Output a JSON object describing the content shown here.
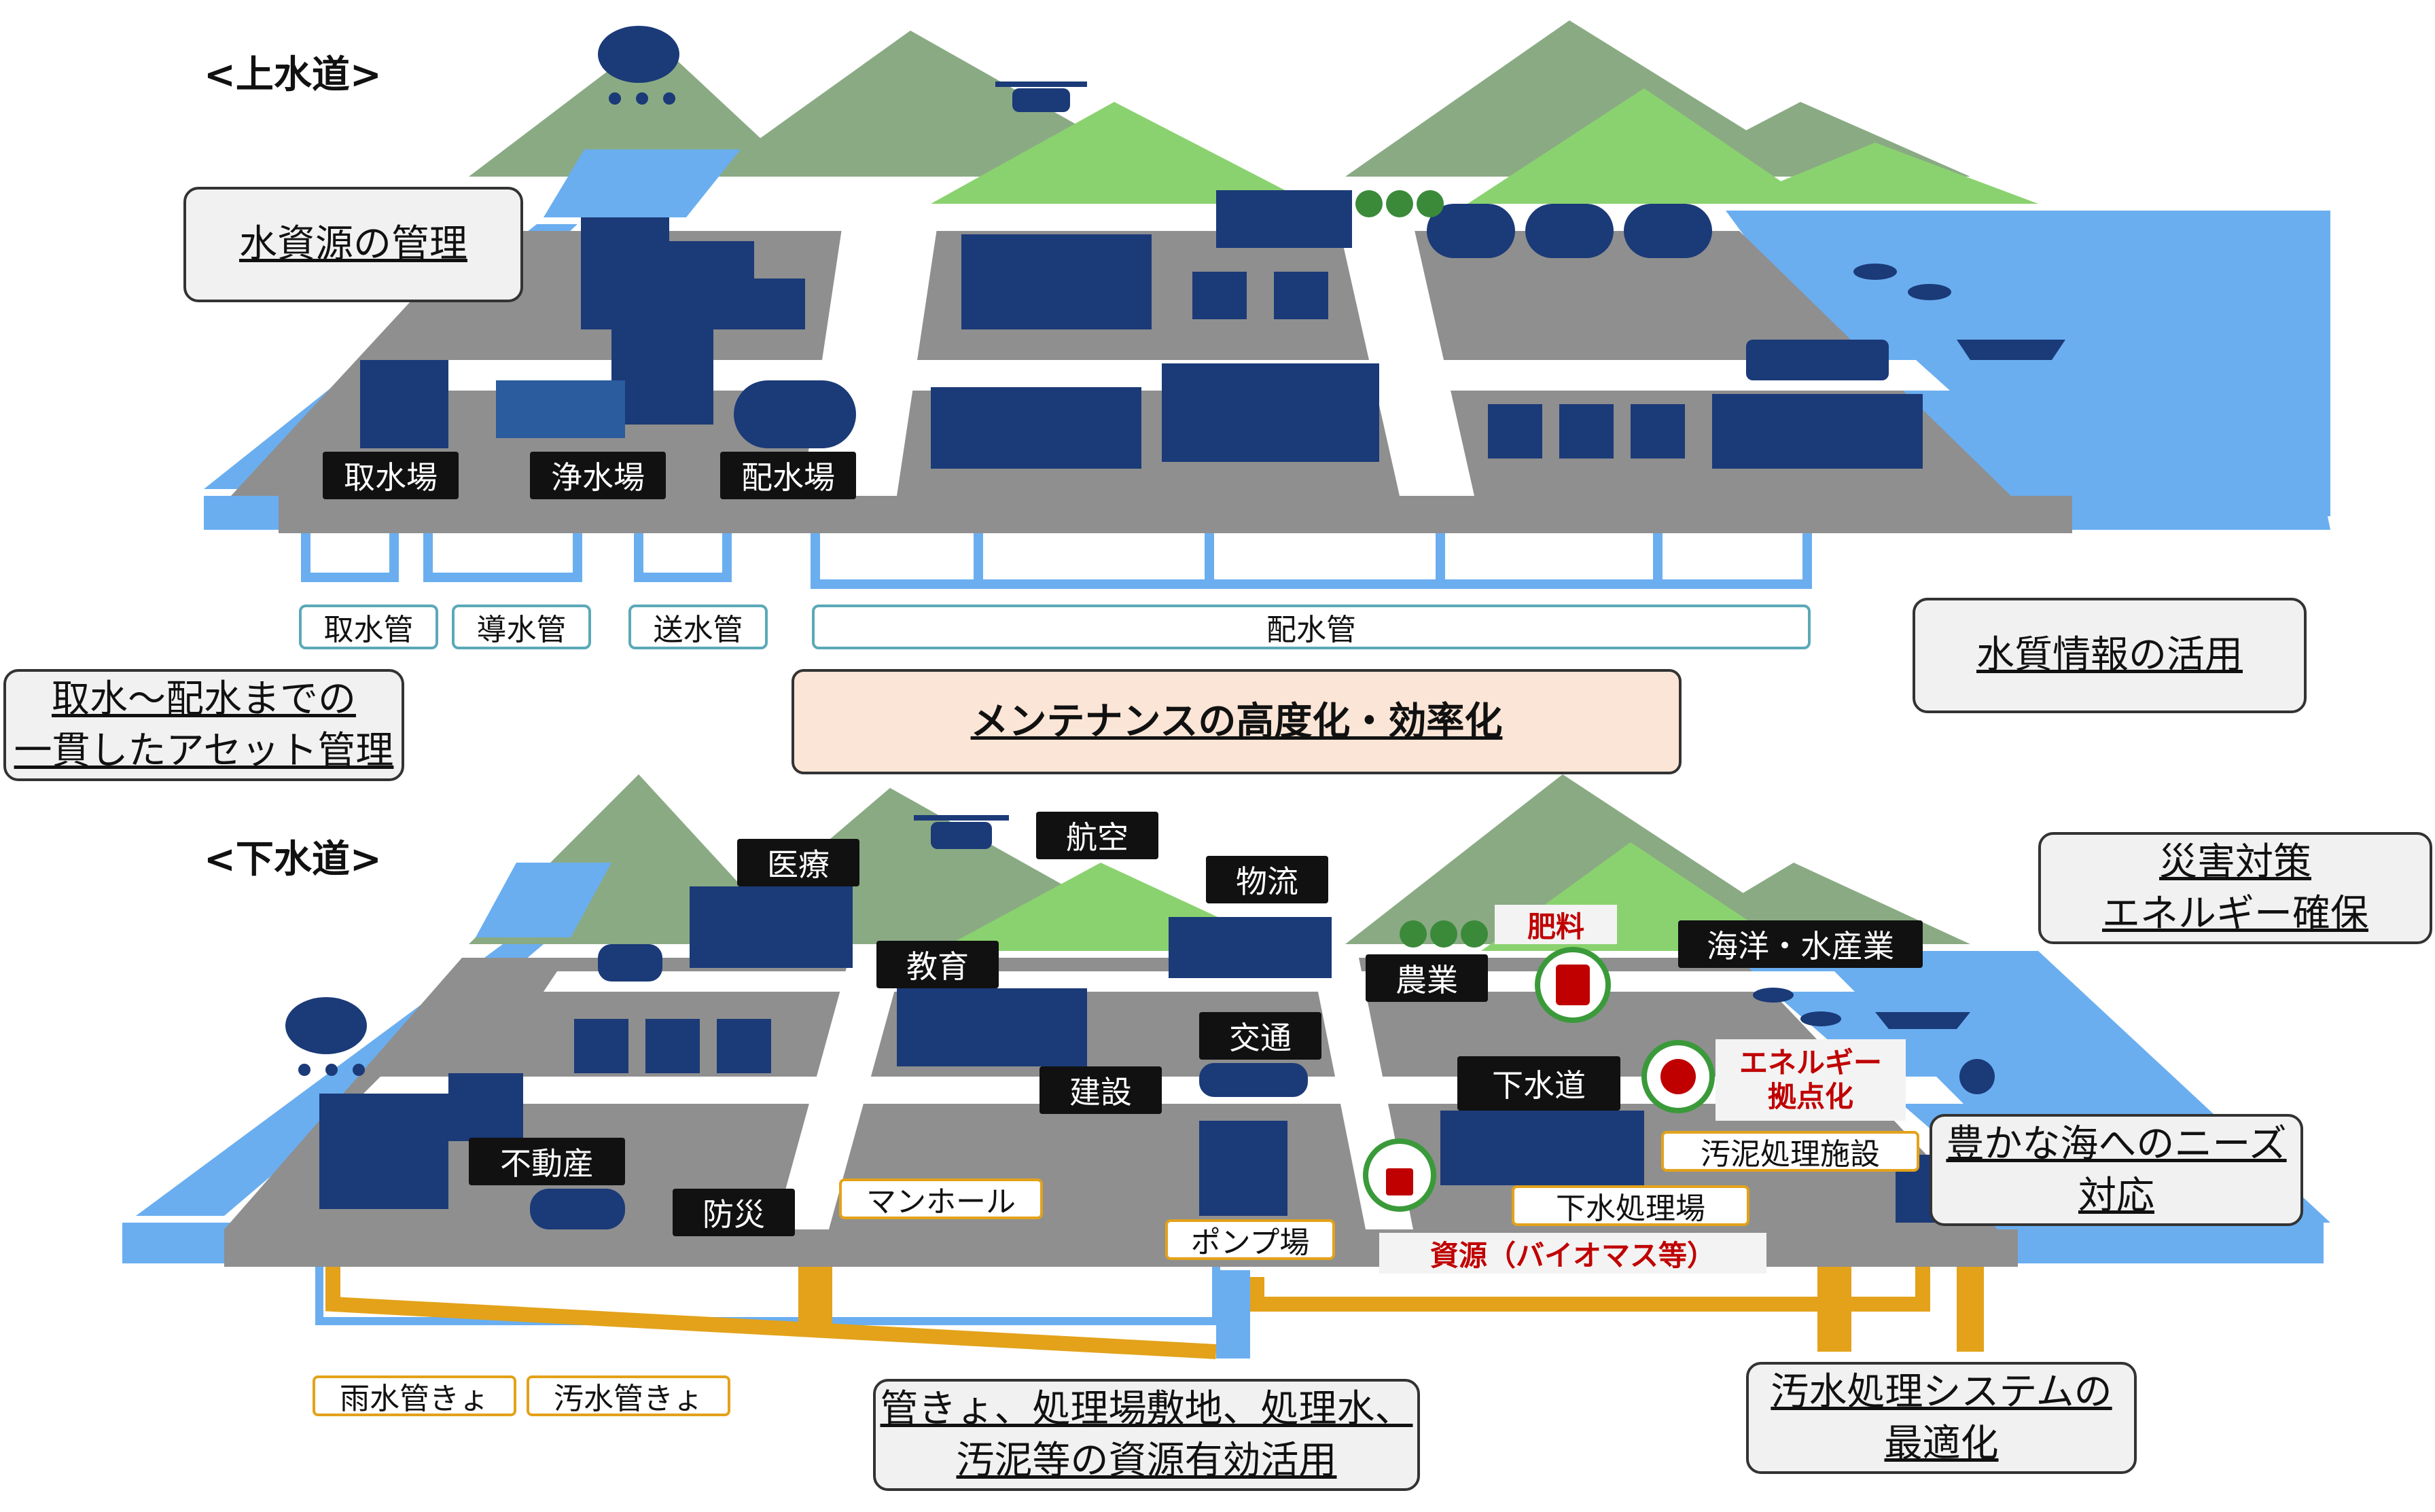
{
  "sections": {
    "upper": "<上水道>",
    "lower": "<下水道>"
  },
  "upper_facilities": [
    "取水場",
    "浄水場",
    "配水場"
  ],
  "upper_pipes": [
    "取水管",
    "導水管",
    "送水管",
    "配水管"
  ],
  "callouts": {
    "water_resource": "水資源の管理",
    "asset_line1": "取水～配水までの",
    "asset_line2": "一貫したアセット管理",
    "quality": "水質情報の活用",
    "maintenance": "メンテナンスの高度化・効率化",
    "disaster_line1": "災害対策",
    "disaster_line2": "エネルギー確保",
    "sea_line1": "豊かな海へのニーズ",
    "sea_line2": "対応",
    "optimize_line1": "汚水処理システムの",
    "optimize_line2": "最適化",
    "reuse_line1": "管きょ、処理場敷地、処理水、",
    "reuse_line2": "汚泥等の資源有効活用"
  },
  "lower_sectors": [
    "医療",
    "航空",
    "物流",
    "教育",
    "農業",
    "海洋・水産業",
    "交通",
    "建設",
    "不動産",
    "防災",
    "下水道"
  ],
  "lower_facilities": [
    "マンホール",
    "ポンプ場",
    "汚泥処理施設",
    "下水処理場"
  ],
  "lower_pipes": [
    "雨水管きょ",
    "汚水管きょ"
  ],
  "red_labels": {
    "fertilizer": "肥料",
    "energy_line1": "エネルギー",
    "energy_line2": "拠点化",
    "resource": "資源（バイオマス等）"
  },
  "colors": {
    "water": "#6aaef0",
    "road": "#8f8f8f",
    "navy": "#1b3a78",
    "mountain_dark": "#8aaa84",
    "mountain_light": "#8ad26f",
    "sewer_pipe": "#e3a21a",
    "accent_red": "#c00000"
  }
}
